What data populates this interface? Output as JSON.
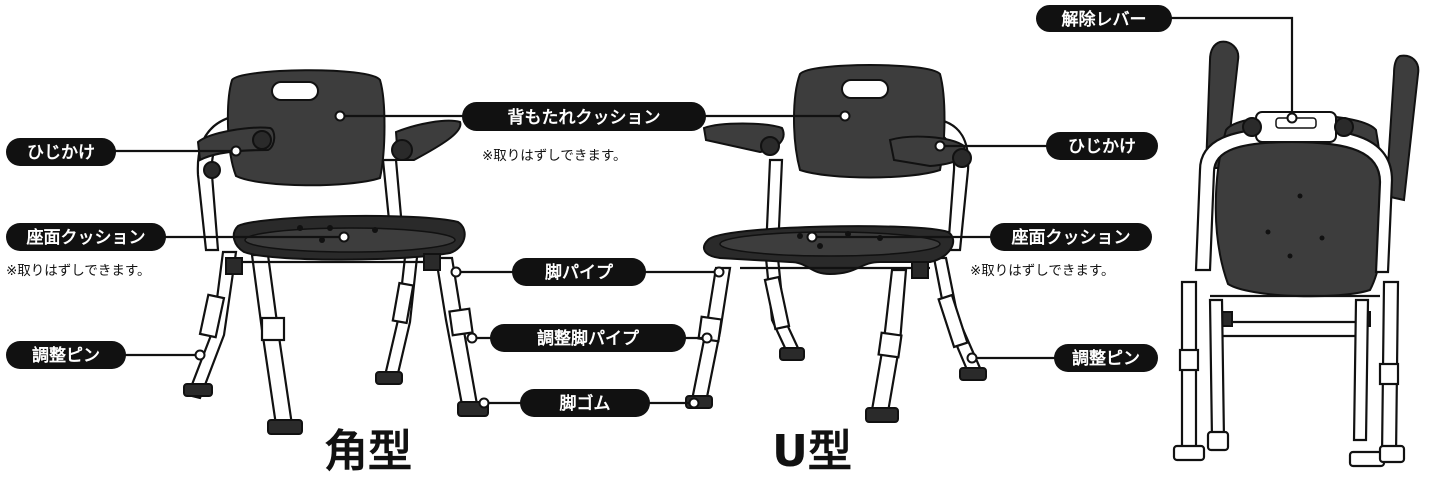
{
  "labels": {
    "backrest_cushion": "背もたれクッション",
    "armrest_left": "ひじかけ",
    "armrest_right": "ひじかけ",
    "seat_cushion_left": "座面クッション",
    "seat_cushion_right": "座面クッション",
    "leg_pipe": "脚パイプ",
    "adjust_leg_pipe": "調整脚パイプ",
    "leg_rubber": "脚ゴム",
    "adjust_pin_left": "調整ピン",
    "adjust_pin_right": "調整ピン",
    "release_lever": "解除レバー"
  },
  "notes": {
    "backrest_removable": "※取りはずしできます。",
    "seat_removable_left": "※取りはずしできます。",
    "seat_removable_right": "※取りはずしできます。"
  },
  "models": {
    "square": "角型",
    "u_shape": "U型"
  },
  "colors": {
    "pill_bg": "#111111",
    "pill_text": "#ffffff",
    "cushion": "#3d3d3d",
    "frame": "#ffffff",
    "outline": "#111111"
  }
}
